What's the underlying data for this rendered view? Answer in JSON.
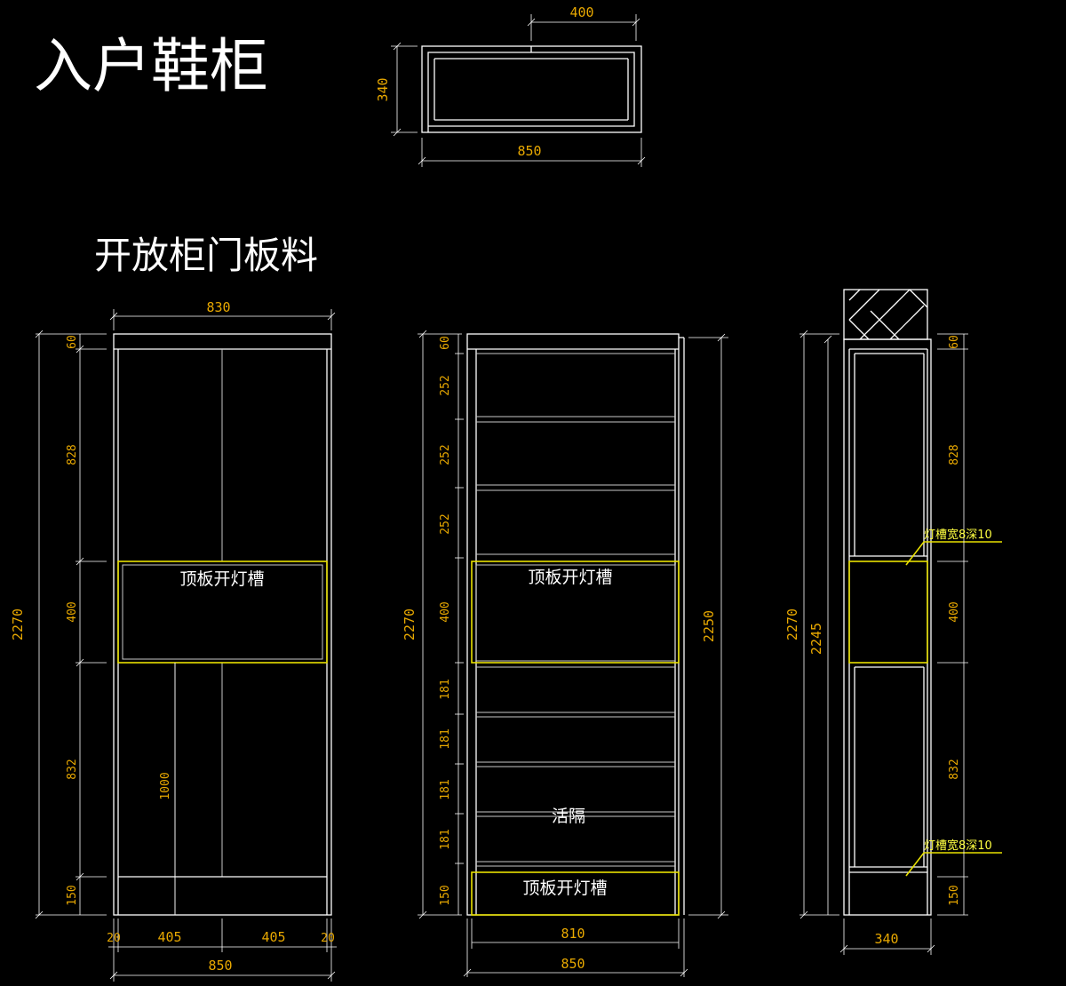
{
  "title": "入户鞋柜",
  "subtitle": "开放柜门板料",
  "plan": {
    "w_total": "850",
    "w_part": "400",
    "depth": "340"
  },
  "front": {
    "width_top": "830",
    "height": "2270",
    "segments": [
      "60",
      "828",
      "400",
      "832",
      "150"
    ],
    "door_height": "1000",
    "slot_label": "顶板开灯槽",
    "bottom": [
      "20",
      "405",
      "405",
      "20"
    ],
    "width_bottom": "850"
  },
  "inner": {
    "height_left": "2270",
    "height_right": "2250",
    "segments": [
      "60",
      "252",
      "252",
      "252",
      "400",
      "181",
      "181",
      "181",
      "181",
      "150"
    ],
    "slot_label_top": "顶板开灯槽",
    "slot_label_bottom": "顶板开灯槽",
    "shelf_label": "活隔",
    "width_inner": "810",
    "width_outer": "850"
  },
  "side": {
    "height_outer": "2270",
    "height_inner": "2245",
    "segments": [
      "60",
      "828",
      "400",
      "832",
      "150"
    ],
    "note_top": "灯槽宽8深10",
    "note_bottom": "灯槽宽8深10",
    "depth": "340"
  }
}
